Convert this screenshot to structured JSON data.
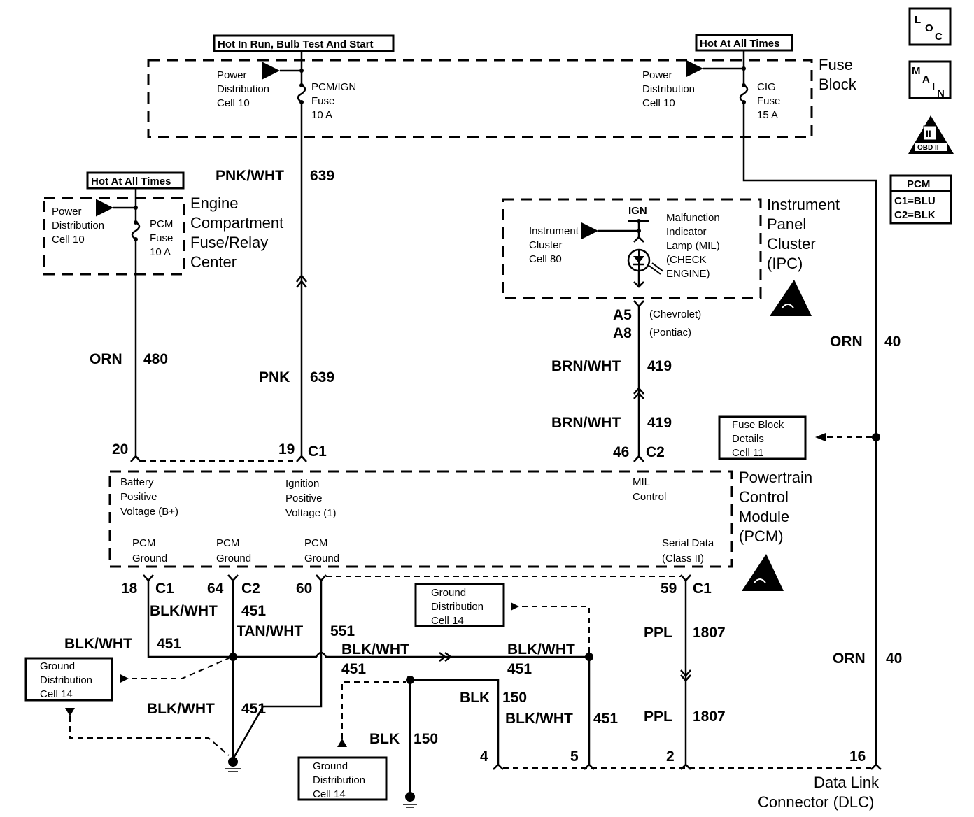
{
  "title_boxes": {
    "hot_run": "Hot In Run, Bulb Test And Start",
    "hot_all_fuse_block": "Hot At All Times",
    "hot_all_engine": "Hot At All Times"
  },
  "nav_icons": {
    "loc": [
      "L",
      "O",
      "C"
    ],
    "main": [
      "M",
      "A",
      "I",
      "N"
    ],
    "obd": "OBD II",
    "obd_roman": "II"
  },
  "pcm_legend": {
    "title": "PCM",
    "lines": [
      "C1=BLU",
      "C2=BLK"
    ]
  },
  "fuse_block": {
    "name": [
      "Fuse",
      "Block"
    ],
    "left_ref": [
      "Power",
      "Distribution",
      "Cell 10"
    ],
    "left_fuse": [
      "PCM/IGN",
      "Fuse",
      "10 A"
    ],
    "right_ref": [
      "Power",
      "Distribution",
      "Cell 10"
    ],
    "right_fuse": [
      "CIG",
      "Fuse",
      "15 A"
    ]
  },
  "engine_fuse": {
    "name": [
      "Engine",
      "Compartment",
      "Fuse/Relay",
      "Center"
    ],
    "ref": [
      "Power",
      "Distribution",
      "Cell 10"
    ],
    "fuse": [
      "PCM",
      "Fuse",
      "10 A"
    ]
  },
  "ipc": {
    "name": [
      "Instrument",
      "Panel",
      "Cluster",
      "(IPC)"
    ],
    "ign": "IGN",
    "ref": [
      "Instrument",
      "Cluster",
      "Cell 80"
    ],
    "lamp": [
      "Malfunction",
      "Indicator",
      "Lamp (MIL)",
      "(CHECK",
      "ENGINE)"
    ],
    "pin_a5": "A5",
    "pin_a8": "A8",
    "chevrolet": "(Chevrolet)",
    "pontiac": "(Pontiac)"
  },
  "pcm": {
    "name": [
      "Powertrain",
      "Control",
      "Module",
      "(PCM)"
    ],
    "battery": [
      "Battery",
      "Positive",
      "Voltage (B+)"
    ],
    "ignition": [
      "Ignition",
      "Positive",
      "Voltage (1)"
    ],
    "mil": [
      "MIL",
      "Control"
    ],
    "ground1": [
      "PCM",
      "Ground"
    ],
    "ground2": [
      "PCM",
      "Ground"
    ],
    "ground3": [
      "PCM",
      "Ground"
    ],
    "serial": [
      "Serial Data",
      "(Class II)"
    ],
    "pins_top": {
      "p20": "20",
      "p19": "19",
      "c1": "C1",
      "p46": "46",
      "c2": "C2"
    },
    "pins_bottom": {
      "p18": "18",
      "c1a": "C1",
      "p64": "64",
      "c2": "C2",
      "p60": "60",
      "p59": "59",
      "c1b": "C1"
    }
  },
  "fuse_block_details": [
    "Fuse Block",
    "Details",
    "Cell 11"
  ],
  "ground_dist": [
    "Ground",
    "Distribution",
    "Cell 14"
  ],
  "dlc": {
    "name": [
      "Data Link",
      "Connector (DLC)"
    ],
    "pins": {
      "p4": "4",
      "p5": "5",
      "p2": "2",
      "p16": "16"
    }
  },
  "wires": {
    "pnkwht639": {
      "color": "PNK/WHT",
      "num": "639"
    },
    "pnk639": {
      "color": "PNK",
      "num": "639"
    },
    "orn480": {
      "color": "ORN",
      "num": "480"
    },
    "brnwht419a": {
      "color": "BRN/WHT",
      "num": "419"
    },
    "brnwht419b": {
      "color": "BRN/WHT",
      "num": "419"
    },
    "orn40a": {
      "color": "ORN",
      "num": "40"
    },
    "orn40b": {
      "color": "ORN",
      "num": "40"
    },
    "blkwht451a": {
      "color": "BLK/WHT",
      "num": "451"
    },
    "blkwht451b": {
      "color": "BLK/WHT",
      "num": "451"
    },
    "blkwht451c": {
      "color": "BLK/WHT",
      "num": "451"
    },
    "blkwht451d": {
      "color": "BLK/WHT",
      "num": "451"
    },
    "blkwht451e": {
      "color": "BLK/WHT",
      "num": "451"
    },
    "blkwht451f": {
      "color": "BLK/WHT",
      "num": "451"
    },
    "tanwht551": {
      "color": "TAN/WHT",
      "num": "551"
    },
    "blk150a": {
      "color": "BLK",
      "num": "150"
    },
    "blk150b": {
      "color": "BLK",
      "num": "150"
    },
    "ppl1807a": {
      "color": "PPL",
      "num": "1807"
    },
    "ppl1807b": {
      "color": "PPL",
      "num": "1807"
    }
  }
}
